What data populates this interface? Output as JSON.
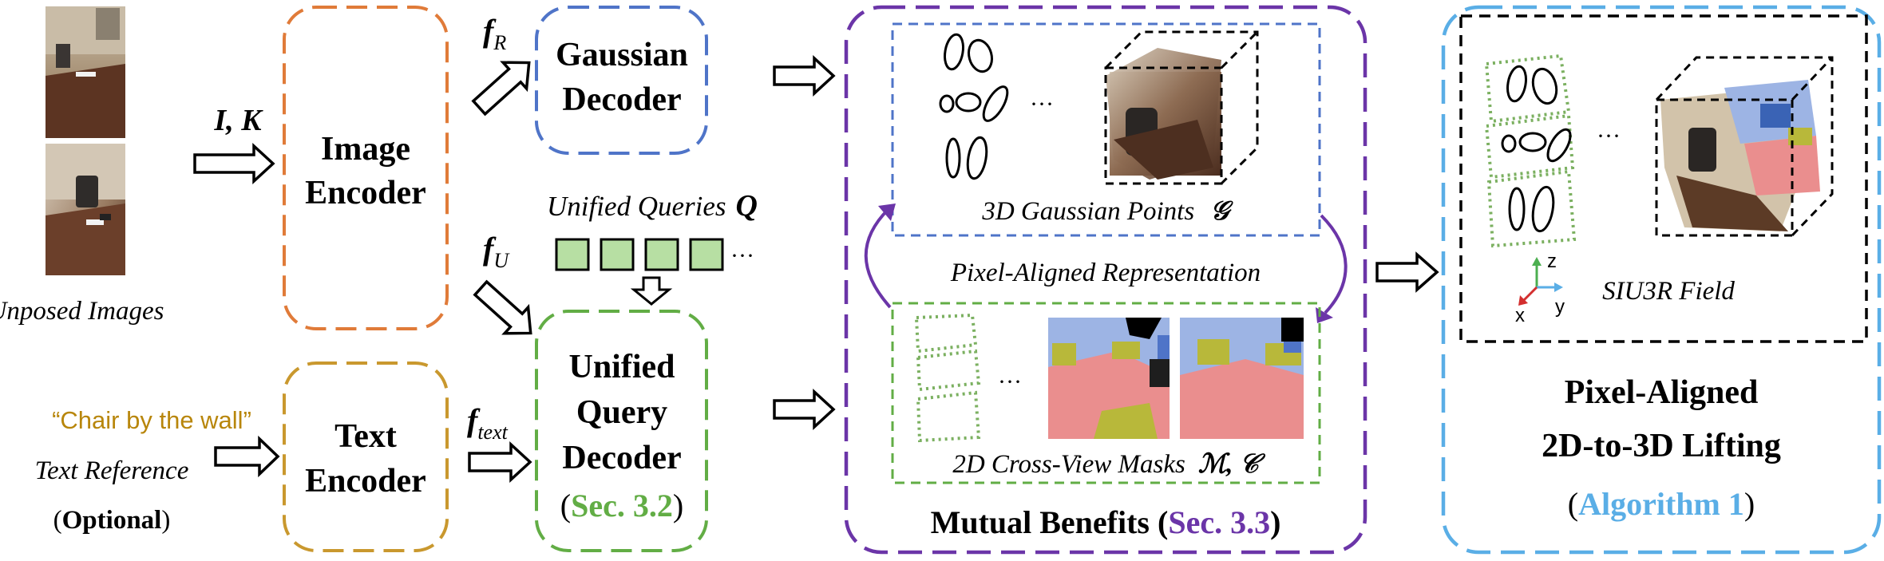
{
  "colors": {
    "image_encoder": "#e07b39",
    "text_encoder": "#c9982e",
    "gaussian_decoder": "#4f74c8",
    "query_decoder": "#62ad45",
    "mutual_benefits": "#6b35a8",
    "lifting": "#5aaee6",
    "text_ref": "#b8860b",
    "query_cell": "#b7dfa3",
    "mask_blue": "#9db4e4",
    "mask_yellow": "#b8b83a",
    "mask_pink": "#ea8e8e",
    "mask_green": "#7bb060"
  },
  "inputs": {
    "images_caption": "Unposed Images",
    "arrow_label_i": "I",
    "arrow_label_sep": ", ",
    "arrow_label_k": "K",
    "text_quote": "“Chair by the wall”",
    "text_ref_label": "Text Reference",
    "optional_open": "(",
    "optional_word": "Optional",
    "optional_close": ")"
  },
  "encoders": {
    "image_line1": "Image",
    "image_line2": "Encoder",
    "text_line1": "Text",
    "text_line2": "Encoder"
  },
  "features": {
    "f": "f",
    "r_sub": "R",
    "u_sub": "U",
    "text_sub": "text"
  },
  "decoders": {
    "gaussian_line1": "Gaussian",
    "gaussian_line2": "Decoder",
    "queries_label": "Unified Queries",
    "queries_symbol": "Q",
    "queries_ellipsis": "···",
    "uqd_line1": "Unified",
    "uqd_line2": "Query",
    "uqd_line3": "Decoder",
    "uqd_ref_open": "(",
    "uqd_ref": "Sec. 3.2",
    "uqd_ref_close": ")"
  },
  "mutual": {
    "gaussian_caption": "3D Gaussian Points",
    "gaussian_symbol": "𝒢",
    "pixel_aligned": "Pixel-Aligned Representation",
    "masks_caption": "2D Cross-View Masks",
    "masks_symbol": "ℳ, 𝒞",
    "ellipsis": "···",
    "title_prefix": "Mutual Benefits (",
    "title_ref": "Sec. 3.3",
    "title_suffix": ")"
  },
  "lifting": {
    "field_label": "SIU3R Field",
    "axis_z": "z",
    "axis_x": "x",
    "axis_y": "y",
    "ellipsis": "···",
    "title_line1": "Pixel-Aligned",
    "title_line2": "2D-to-3D Lifting",
    "ref_open": "(",
    "ref": "Algorithm 1",
    "ref_close": ")"
  }
}
